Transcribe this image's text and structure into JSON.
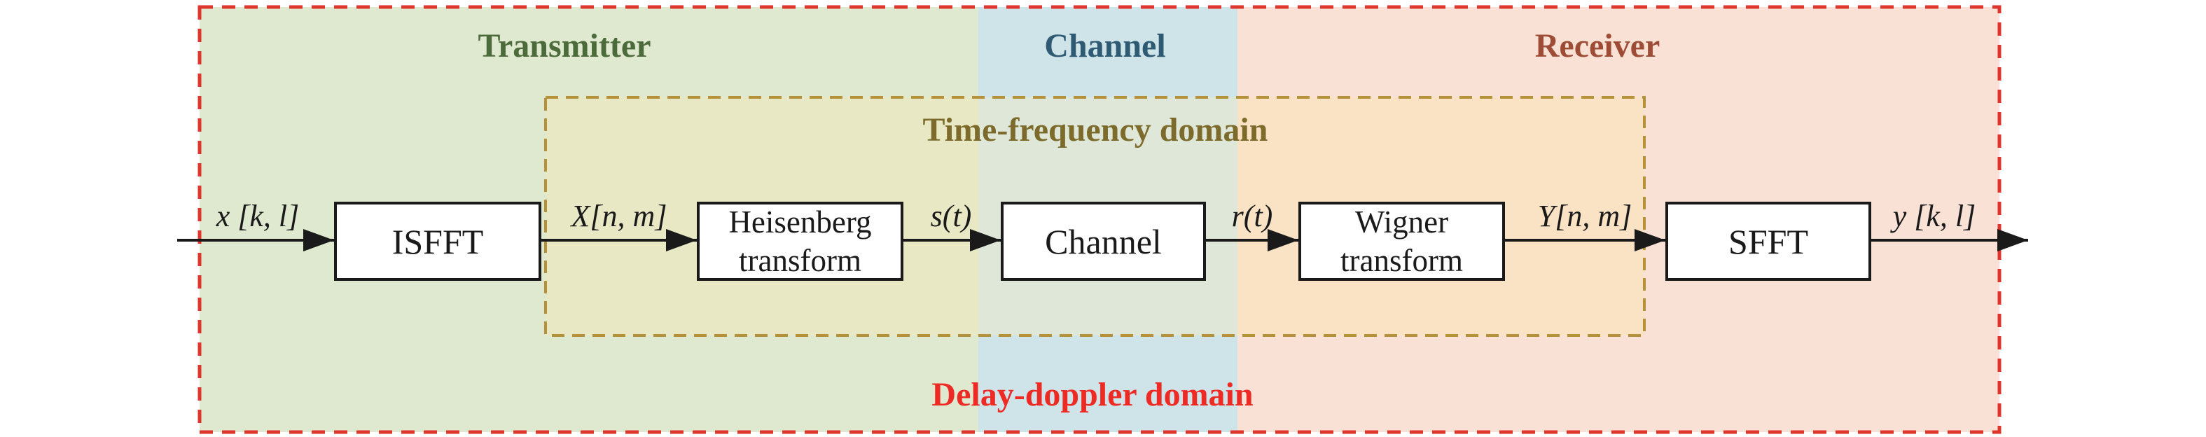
{
  "figure": {
    "type": "block-diagram",
    "sections": [
      {
        "id": "transmitter",
        "label": "Transmitter",
        "text_color": "#4c6b3a",
        "band_color": "#dfe9d0",
        "tf_tint_color": "#e9e8c4"
      },
      {
        "id": "channel",
        "label": "Channel",
        "text_color": "#2e5a73",
        "band_color": "#cfe4e9",
        "tf_tint_color": "#dfe8d8"
      },
      {
        "id": "receiver",
        "label": "Receiver",
        "text_color": "#9e4c36",
        "band_color": "#f9e1d5",
        "tf_tint_color": "#fae3c5"
      }
    ],
    "domains": {
      "time_frequency": {
        "label": "Time-frequency domain",
        "text_color": "#7d6b2c",
        "border_color": "#b5913a"
      },
      "delay_doppler": {
        "label": "Delay-doppler domain",
        "text_color": "#ee2a24",
        "border_color": "#e0352c"
      }
    },
    "blocks": [
      {
        "id": "isfft",
        "label": "ISFFT"
      },
      {
        "id": "heisenberg",
        "line1": "Heisenberg",
        "line2": "transform"
      },
      {
        "id": "channel",
        "label": "Channel"
      },
      {
        "id": "wigner",
        "line1": "Wigner",
        "line2": "transform"
      },
      {
        "id": "sfft",
        "label": "SFFT"
      }
    ],
    "signals": [
      {
        "id": "x-kl",
        "label": "x [k, l]"
      },
      {
        "id": "X-nm",
        "label": "X[n, m]"
      },
      {
        "id": "s-t",
        "label": "s(t)"
      },
      {
        "id": "r-t",
        "label": "r(t)"
      },
      {
        "id": "Y-nm",
        "label": "Y[n, m]"
      },
      {
        "id": "y-kl",
        "label": "y [k, l]"
      }
    ],
    "arrow_color": "#1a1a1a",
    "box_border_color": "#1a1a1a",
    "background_color": "#ffffff"
  }
}
